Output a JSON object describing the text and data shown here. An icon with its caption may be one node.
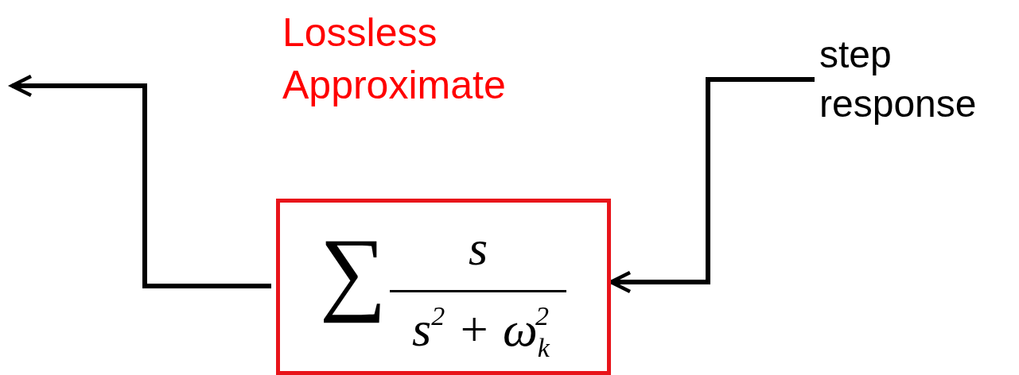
{
  "diagram": {
    "nodes": [
      {
        "text": [
          "∑",
          "s",
          "s$^{2}$ + ω$_{k}$$^{2}$"
        ]
      },
      {
        "text": [
          "step response"
        ]
      }
    ],
    "edges": [
      {
        "from": 0,
        "to": null,
        "arrow": "to"
      },
      {
        "from": 1,
        "to": 0,
        "arrow": "to"
      }
    ],
    "labels": [
      "Lossless Approximate"
    ]
  }
}
